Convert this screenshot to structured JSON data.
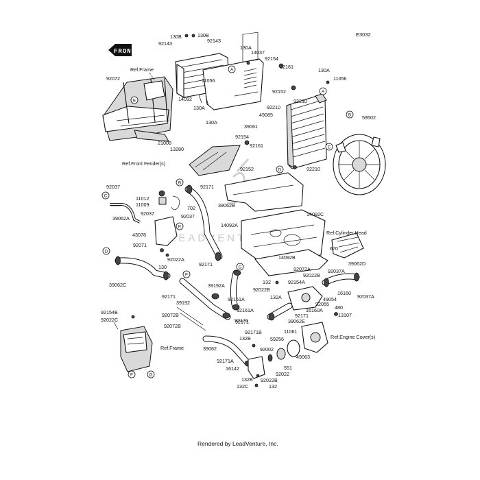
{
  "diagram_code": "E3032",
  "footer": "Rendered by LeadVenture, Inc.",
  "watermark": "LEADVENTURE",
  "front_label": "FRONT",
  "refs": {
    "frame_top": "Ref.Frame",
    "front_fender": "Ref.Front Fender(s)",
    "cylinder_head": "Ref.Cylinder Head",
    "engine_cover": "Ref.Engine Cover(s)",
    "frame_bottom": "Ref.Frame"
  },
  "callouts": {
    "a1": "A",
    "a2": "A",
    "b1": "B",
    "b2": "B",
    "c1": "C",
    "c2": "C",
    "d1": "D",
    "d2": "D",
    "e1": "E",
    "e2": "E",
    "f1": "F",
    "f2": "F",
    "g1": "G",
    "g2": "G"
  },
  "part_labels": {
    "p130b_a": "130B",
    "p130b_b": "130B",
    "p92143_a": "92143",
    "p92143_b": "92143",
    "p130a_1": "130A",
    "p14037": "14037",
    "p92154_1": "92154",
    "p92161_1": "92161",
    "p130a_2": "130A",
    "p11056_1": "11056",
    "p92072": "92072",
    "p14092": "14092",
    "p11056_2": "11056",
    "p92152_1": "92152",
    "p92210_1": "92210",
    "p92210_2": "92210",
    "p130a_3": "130A",
    "p130a_4": "130A",
    "p49085": "49085",
    "p39061": "39061",
    "p59502": "59502",
    "p21008": "21008",
    "p13280": "13280",
    "p92154_2": "92154",
    "p92161_2": "92161",
    "p92152_2": "92152",
    "p92210_3": "92210",
    "p92037_1": "92037",
    "p92171_1": "92171",
    "p11012": "11012",
    "p11009": "11009",
    "p39062b": "39062B",
    "p702": "702",
    "p92037_2": "92037",
    "p92037_3": "92037",
    "p39062a": "39062A",
    "p14092c_1": "14092C",
    "p14092a": "14092A",
    "p43078": "43078",
    "p92071": "92071",
    "p92022a": "92022A",
    "p130_1": "130",
    "p14092b": "14092B",
    "p670": "670",
    "p39062d": "39062D",
    "p92171_2": "92171",
    "p92072a": "92072A",
    "p92022b_1": "92022B",
    "p92037a_1": "92037A",
    "p39192a": "39192A",
    "p132_1": "132",
    "p92154a": "92154A",
    "p16160": "16160",
    "p92037a_2": "92037A",
    "p39062c": "39062C",
    "p92022b_2": "92022B",
    "p92171_3": "92171",
    "p92161a_1": "92161A",
    "p132a": "132A",
    "p49054": "49054",
    "p92055": "92055",
    "p16160a": "16160A",
    "p92171_4": "92171",
    "p39062e": "39062E",
    "p92171_5": "92171",
    "p39192": "39192",
    "p92161a_2": "92161A",
    "p480": "480",
    "p13107": "13107",
    "p92072b_1": "92072B",
    "p92154b": "92154B",
    "p92022c": "92022C",
    "p92072b_2": "92072B",
    "p92171_6": "92171",
    "p11061": "11061",
    "p92171b": "92171B",
    "p59256": "59256",
    "p49063": "49063",
    "p132b_1": "132B",
    "p39062": "39062",
    "p92002": "92002",
    "p92171a": "92171A",
    "p16142": "16142",
    "p551": "551",
    "p92022_1": "92022",
    "p132b_2": "132B",
    "p92022b_3": "92022B",
    "p132c": "132C",
    "p132_2": "132"
  }
}
